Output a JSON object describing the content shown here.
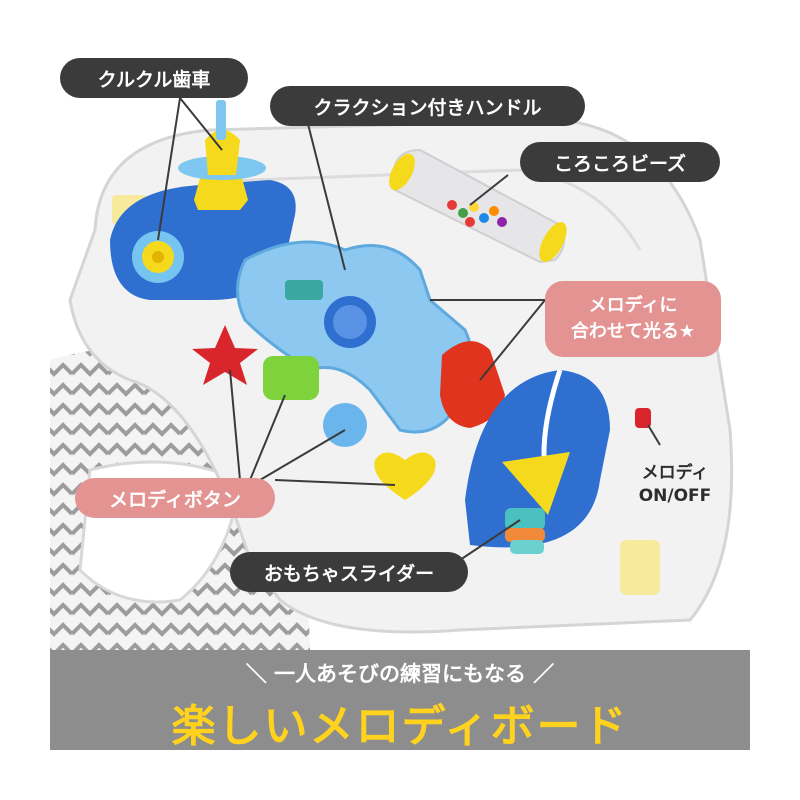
{
  "labels": {
    "gear": "クルクル歯車",
    "horn_handle": "クラクション付きハンドル",
    "beads": "ころころビーズ",
    "light_line1": "メロディに",
    "light_line2": "合わせて光る★",
    "switch_line1": "メロディ",
    "switch_line2": "ON/OFF",
    "melody_buttons": "メロディボタン",
    "slider": "おもちゃスライダー"
  },
  "banner": {
    "subtitle": "＼ 一人あそびの練習にもなる ／",
    "title": "楽しいメロディボード"
  },
  "colors": {
    "label_dark": "#3b3b3b",
    "label_pink": "#e39391",
    "banner_bg": "#8d8d8d",
    "banner_title": "#ffd21e",
    "toy_blue": "#2f6fd0",
    "handle_blue": "#8cc8f0"
  }
}
